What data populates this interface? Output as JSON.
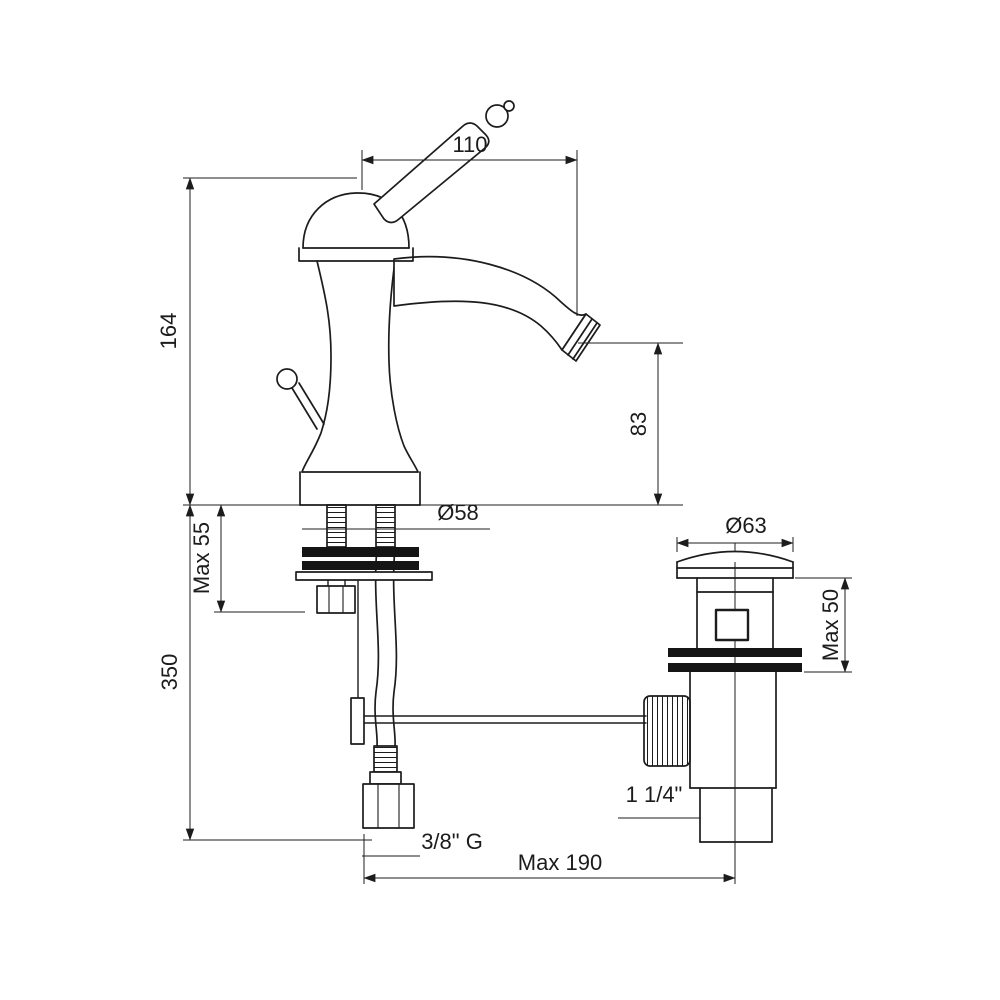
{
  "page": {
    "background": "#ffffff",
    "line_color": "#1c1c1c"
  },
  "drawing": {
    "subject": "Single-lever basin mixer faucet with pop-up waste drain, dimensioned front-elevation technical line drawing"
  },
  "dimensions": {
    "spout_reach": "110",
    "faucet_height": "164",
    "spout_outlet_height": "83",
    "base_diameter": "Ø58",
    "max_deck_thickness": "Max 55",
    "height_below_deck": "350",
    "waste_flange_diameter": "Ø63",
    "waste_max_deck": "Max 50",
    "waste_pipe_size": "1 1/4\"",
    "supply_hose_thread": "3/8\" G",
    "max_centre_distance": "Max 190"
  }
}
